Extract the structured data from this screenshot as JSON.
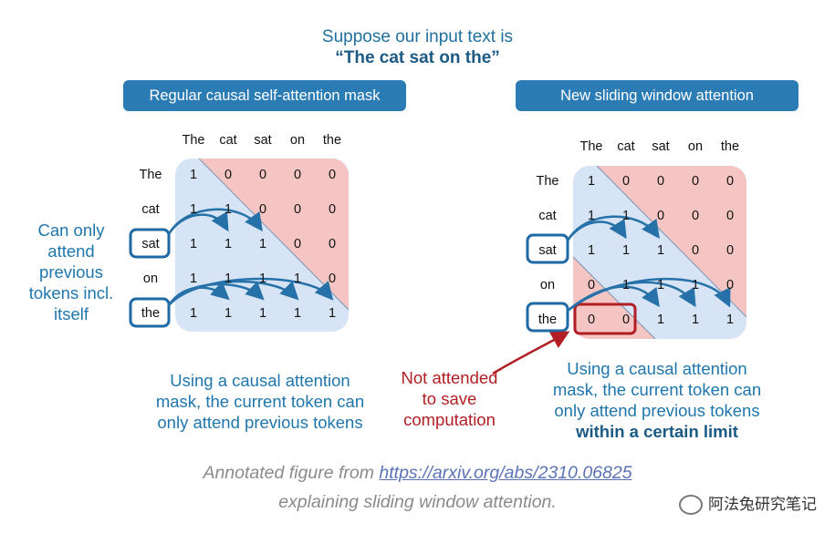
{
  "intro": {
    "line1": "Suppose our input text is",
    "line2": "“The cat sat on the”"
  },
  "left_panel": {
    "header": "Regular causal self-attention mask",
    "columns": [
      "The",
      "cat",
      "sat",
      "on",
      "the"
    ],
    "rows": [
      "The",
      "cat",
      "sat",
      "on",
      "the"
    ],
    "matrix": [
      [
        1,
        0,
        0,
        0,
        0
      ],
      [
        1,
        1,
        0,
        0,
        0
      ],
      [
        1,
        1,
        1,
        0,
        0
      ],
      [
        1,
        1,
        1,
        1,
        0
      ],
      [
        1,
        1,
        1,
        1,
        1
      ]
    ],
    "side_note": [
      "Can only",
      "attend",
      "previous",
      "tokens incl.",
      "itself"
    ],
    "bottom_note": [
      "Using a causal attention",
      "mask, the current token can",
      "only attend previous tokens"
    ]
  },
  "right_panel": {
    "header": "New sliding window attention",
    "columns": [
      "The",
      "cat",
      "sat",
      "on",
      "the"
    ],
    "rows": [
      "The",
      "cat",
      "sat",
      "on",
      "the"
    ],
    "matrix": [
      [
        1,
        0,
        0,
        0,
        0
      ],
      [
        1,
        1,
        0,
        0,
        0
      ],
      [
        1,
        1,
        1,
        0,
        0
      ],
      [
        0,
        1,
        1,
        1,
        0
      ],
      [
        0,
        0,
        1,
        1,
        1
      ]
    ],
    "red_note": [
      "Not attended",
      "to save",
      "computation"
    ],
    "bottom_note": [
      "Using a causal attention",
      "mask, the current token can",
      "only attend previous tokens"
    ],
    "bottom_note_bold": "within a certain limit"
  },
  "caption": {
    "pre": "Annotated figure from ",
    "link": "https://arxiv.org/abs/2310.06825",
    "line2": "explaining sliding window attention."
  },
  "watermark": "阿法兔研究笔记",
  "colors": {
    "blue_region": "#d6e4f5",
    "red_region": "#f5c5c3",
    "arrow": "#2672a8",
    "highlight_red": "#b11e23",
    "header_bg": "#2b7bb5"
  }
}
